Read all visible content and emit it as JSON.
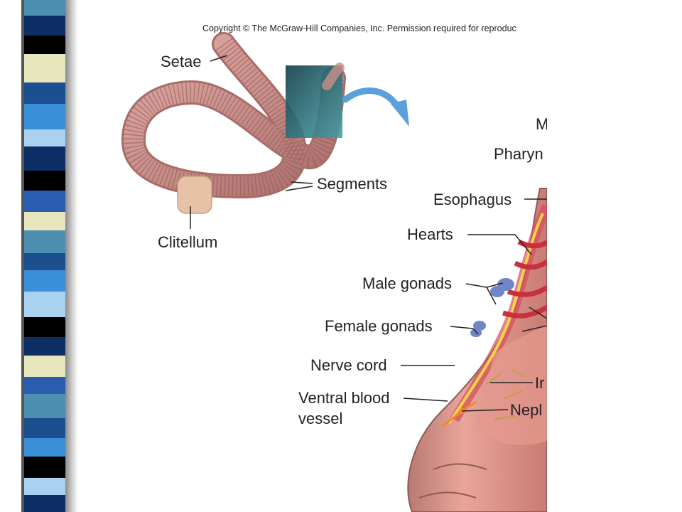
{
  "copyright": "Copyright © The McGraw-Hill Companies, Inc. Permission required for reproduc",
  "labels": {
    "setae": "Setae",
    "segments": "Segments",
    "clitellum": "Clitellum",
    "mouth_partial": "M",
    "pharynx_partial": "Pharyn",
    "esophagus": "Esophagus",
    "hearts": "Hearts",
    "male_gonads": "Male gonads",
    "female_gonads": "Female gonads",
    "nerve_cord": "Nerve cord",
    "ventral_vessel_line1": "Ventral blood",
    "ventral_vessel_line2": "vessel",
    "intestine_partial": "Ir",
    "nephridium_partial": "Nepl"
  },
  "colors": {
    "worm_body": "#c98f8a",
    "clitellum": "#e7c2a6",
    "dissection_muscle": "#d84a5e",
    "nerve_cord": "#f0d44a",
    "gonads": "#6f86c8",
    "arrow": "#5aa0dc",
    "inset_box": "#1f5f6a",
    "stripes": [
      "#4d8fb0",
      "#1b4f8f",
      "#000000",
      "#e7e6bd",
      "#0e2f66",
      "#3b8ed8",
      "#a9d1f0",
      "#2a5db0"
    ]
  }
}
